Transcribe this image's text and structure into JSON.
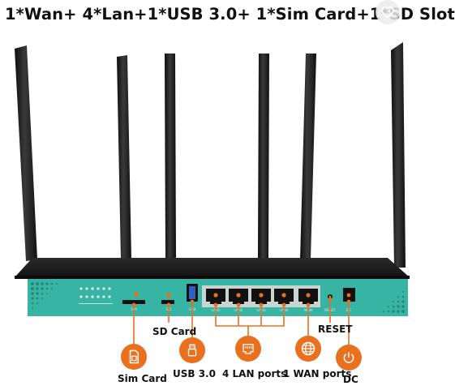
{
  "title": "1*Wan+ 4*Lan+1*USB 3.0+ 1*Sim Card+1*SD Slot",
  "labels": {
    "sim_card": "Sim Card",
    "sd_card": "SD Card",
    "usb": "USB 3.0",
    "lan_ports": "4 LAN ports",
    "wan_ports": "1 WAN ports",
    "reset": "RESET",
    "dc": "DC"
  },
  "panel_labels": {
    "sim": "SIM",
    "sd": "SD",
    "usb": "USB",
    "lan1": "LAN1",
    "lan2": "LAN2",
    "lan3": "LAN3",
    "lan4": "LAN4",
    "wan": "WAN",
    "reset": "RESET",
    "dc": "DC"
  },
  "colors": {
    "accent": "#e8701f",
    "panel": "#38b4a4",
    "device": "#1c1c1c"
  },
  "icons": [
    "sim-card-icon",
    "usb-icon",
    "ethernet-icon",
    "globe-icon",
    "power-icon",
    "favorite-icon"
  ]
}
